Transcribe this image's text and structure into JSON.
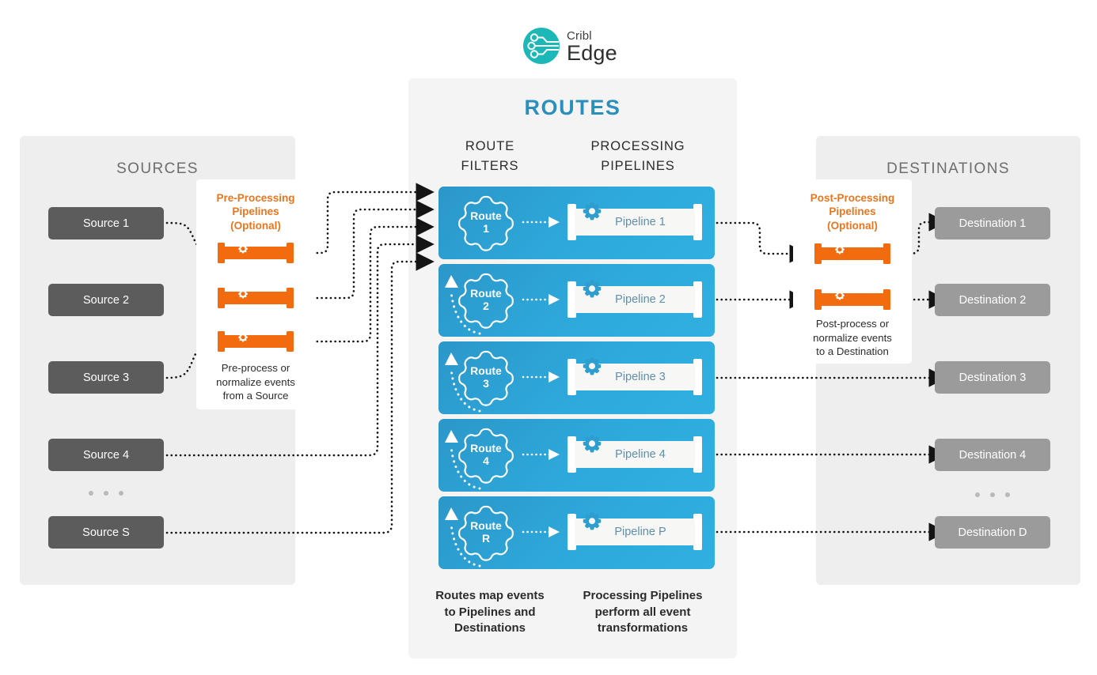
{
  "logo": {
    "icon": "cribl-circuit-icon",
    "top_word": "Cribl",
    "bottom_word": "Edge",
    "brand_color": "#1cb8b8"
  },
  "panels": {
    "sources_title": "SOURCES",
    "routes_title": "ROUTES",
    "destinations_title": "DESTINATIONS"
  },
  "columns": {
    "route_filters": "ROUTE\nFILTERS",
    "route_filters_l1": "ROUTE",
    "route_filters_l2": "FILTERS",
    "processing_pipelines_l1": "PROCESSING",
    "processing_pipelines_l2": "PIPELINES"
  },
  "sources": {
    "items": [
      {
        "label": "Source 1"
      },
      {
        "label": "Source 2"
      },
      {
        "label": "Source 3"
      },
      {
        "label": "Source 4"
      },
      {
        "label": "Source S"
      }
    ],
    "ellipsis": "• • •",
    "box_color": "#5c5c5c"
  },
  "destinations": {
    "items": [
      {
        "label": "Destination 1"
      },
      {
        "label": "Destination 2"
      },
      {
        "label": "Destination 3"
      },
      {
        "label": "Destination 4"
      },
      {
        "label": "Destination D"
      }
    ],
    "ellipsis": "• • •",
    "box_color": "#9b9b9b"
  },
  "pre_processing": {
    "title_l1": "Pre-Processing",
    "title_l2": "Pipelines",
    "title_l3": "(Optional)",
    "note_l1": "Pre-process or",
    "note_l2": "normalize events",
    "note_l3": "from a Source",
    "pipe_count": 3,
    "color": "#f26b0f",
    "title_color": "#e8761e"
  },
  "post_processing": {
    "title_l1": "Post-Processing",
    "title_l2": "Pipelines",
    "title_l3": "(Optional)",
    "note_l1": "Post-process or",
    "note_l2": "normalize events",
    "note_l3": "to a Destination",
    "pipe_count": 2,
    "color": "#f26b0f",
    "title_color": "#e8761e"
  },
  "routes": {
    "rows": [
      {
        "route_l1": "Route",
        "route_l2": "1",
        "pipeline": "Pipeline 1"
      },
      {
        "route_l1": "Route",
        "route_l2": "2",
        "pipeline": "Pipeline 2"
      },
      {
        "route_l1": "Route",
        "route_l2": "3",
        "pipeline": "Pipeline 3"
      },
      {
        "route_l1": "Route",
        "route_l2": "4",
        "pipeline": "Pipeline 4"
      },
      {
        "route_l1": "Route",
        "route_l2": "R",
        "pipeline": "Pipeline P"
      }
    ],
    "bar_color_start": "#2b97c9",
    "bar_color_end": "#2fb0e0",
    "pipeline_text_color": "#5f8fab"
  },
  "footer": {
    "routes_note_l1": "Routes map events",
    "routes_note_l2": "to Pipelines and",
    "routes_note_l3": "Destinations",
    "pipelines_note_l1": "Processing Pipelines",
    "pipelines_note_l2": "perform all event",
    "pipelines_note_l3": "transformations"
  }
}
